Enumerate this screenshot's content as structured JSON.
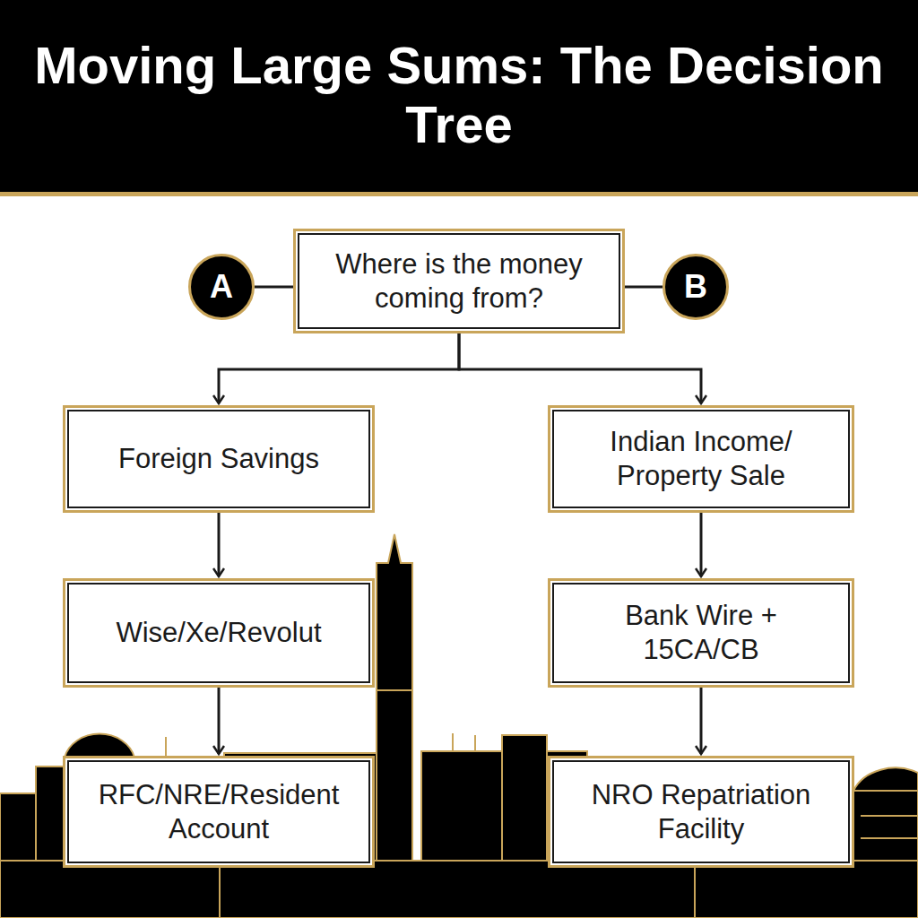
{
  "diagram": {
    "title": "Moving Large Sums: The Decision Tree",
    "nodes": [
      {
        "text": [
          "A"
        ]
      },
      {
        "text": [
          "Where is the money coming from?"
        ]
      },
      {
        "text": [
          "B"
        ]
      },
      {
        "text": [
          "Foreign Savings"
        ]
      },
      {
        "text": [
          "Indian Income/ Property Sale"
        ]
      },
      {
        "text": [
          "Wise/Xe/Revolut"
        ]
      },
      {
        "text": [
          "Bank Wire + 15CA/CB"
        ]
      },
      {
        "text": [
          "RFC/NRE/Resident Account"
        ]
      },
      {
        "text": [
          "NRO Repatriation Facility"
        ]
      }
    ],
    "edges": [
      {
        "from": 0,
        "to": 1,
        "arrow": "none"
      },
      {
        "from": 1,
        "to": 2,
        "arrow": "none"
      },
      {
        "from": 1,
        "to": 3,
        "arrow": "to"
      },
      {
        "from": 1,
        "to": 4,
        "arrow": "to"
      },
      {
        "from": 3,
        "to": 5,
        "arrow": "to"
      },
      {
        "from": 4,
        "to": 6,
        "arrow": "to"
      },
      {
        "from": 5,
        "to": 7,
        "arrow": "to"
      },
      {
        "from": 6,
        "to": 8,
        "arrow": "to"
      }
    ]
  }
}
